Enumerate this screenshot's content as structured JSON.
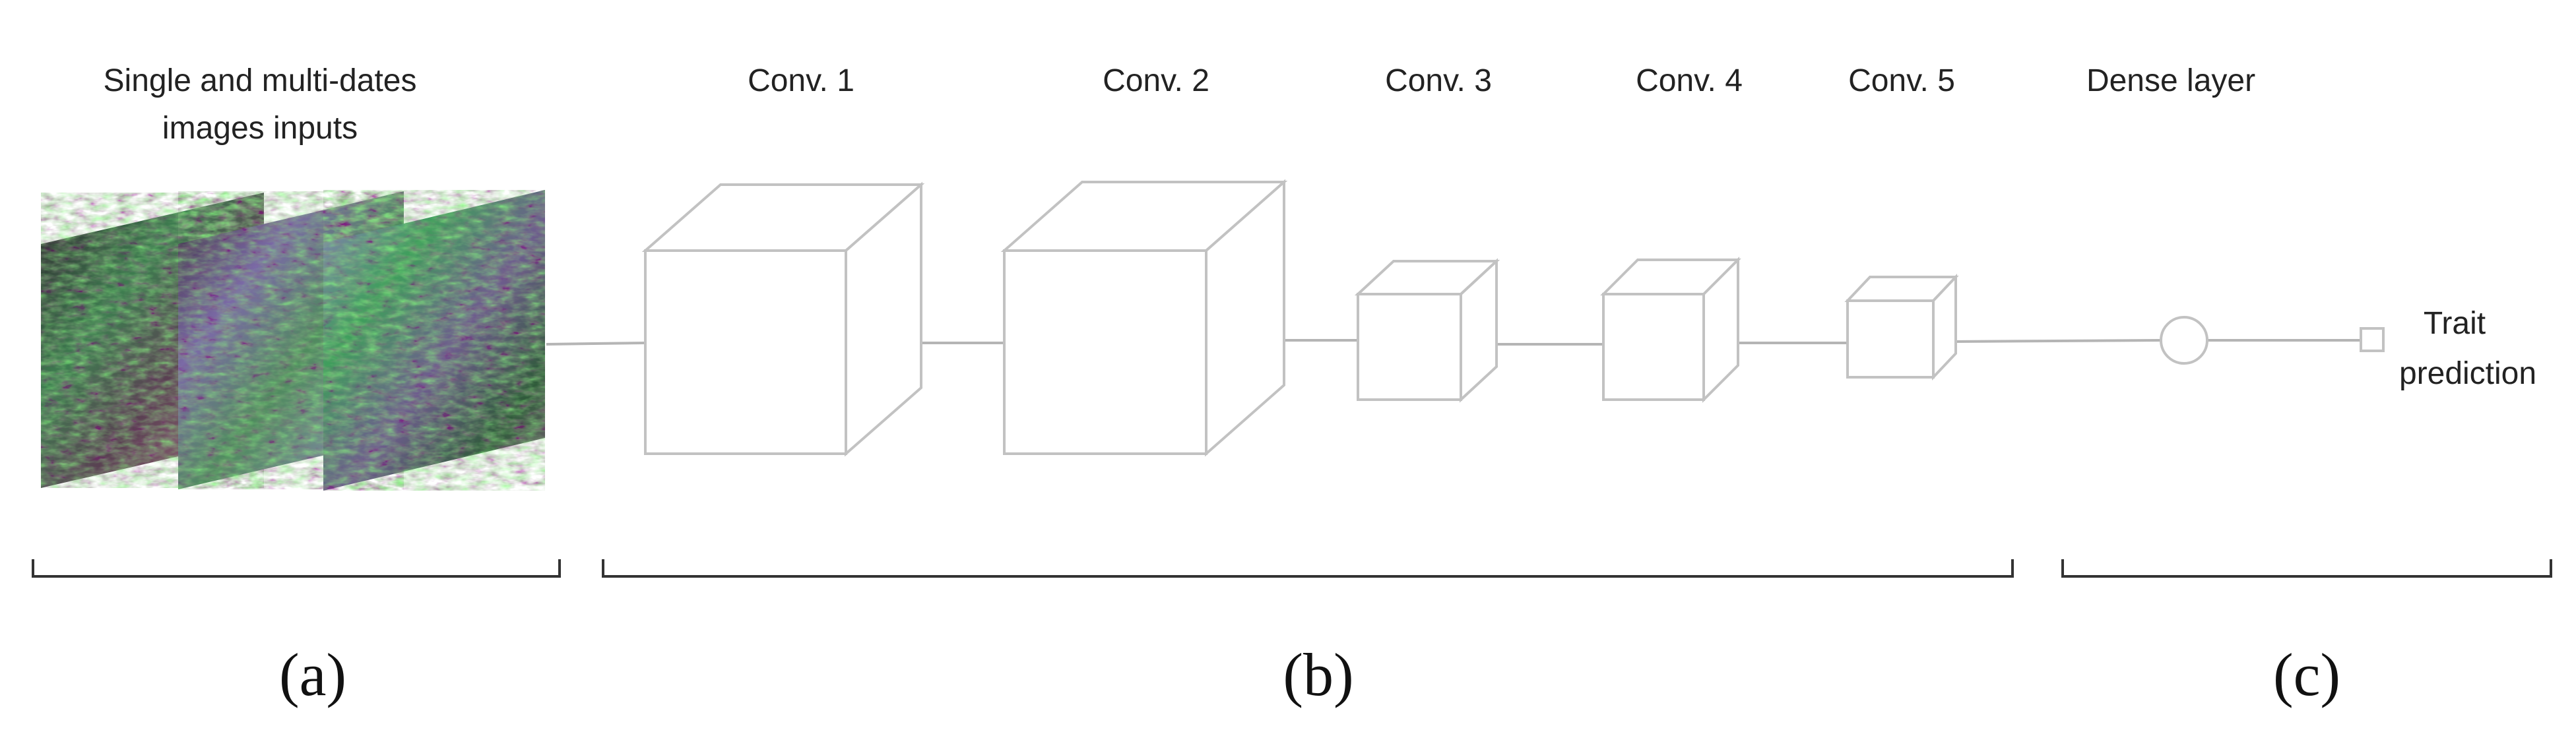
{
  "diagram": {
    "inputs_label_line1": "Single and multi-dates",
    "inputs_label_line2": "images inputs",
    "conv_layers": [
      "Conv. 1",
      "Conv. 2",
      "Conv. 3",
      "Conv. 4",
      "Conv. 5"
    ],
    "dense_label": "Dense layer",
    "output_label_line1": "Trait",
    "output_label_line2": "prediction",
    "sections": [
      "(a)",
      "(b)",
      "(c)"
    ]
  },
  "colors": {
    "box_stroke": "#c2c2c2",
    "wire": "#b5b5b5",
    "bracket": "#333333",
    "vegetation_green": "#3f9e5c",
    "soil_pink": "#b07a8a",
    "purple_flowers": "#9b86c9",
    "dark_background": "#2c1f2b"
  }
}
